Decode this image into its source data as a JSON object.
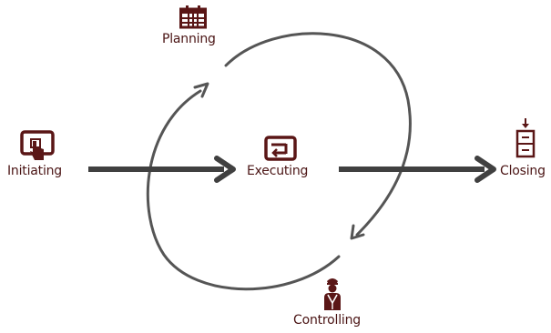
{
  "colors": {
    "icon": "#5a1616",
    "label": "#4a1414",
    "arrow": "#404040",
    "cycle": "#555555"
  },
  "nodes": {
    "initiating": {
      "label": "Initiating",
      "icon": "touch-screen-icon"
    },
    "planning": {
      "label": "Planning",
      "icon": "calendar-icon"
    },
    "executing": {
      "label": "Executing",
      "icon": "executing-box-icon"
    },
    "controlling": {
      "label": "Controlling",
      "icon": "officer-icon"
    },
    "closing": {
      "label": "Closing",
      "icon": "file-cabinet-icon"
    }
  },
  "edges": [
    {
      "from": "Initiating",
      "to": "Executing"
    },
    {
      "from": "Executing",
      "to": "Closing"
    }
  ],
  "cycle": [
    "Planning",
    "Executing",
    "Controlling"
  ]
}
